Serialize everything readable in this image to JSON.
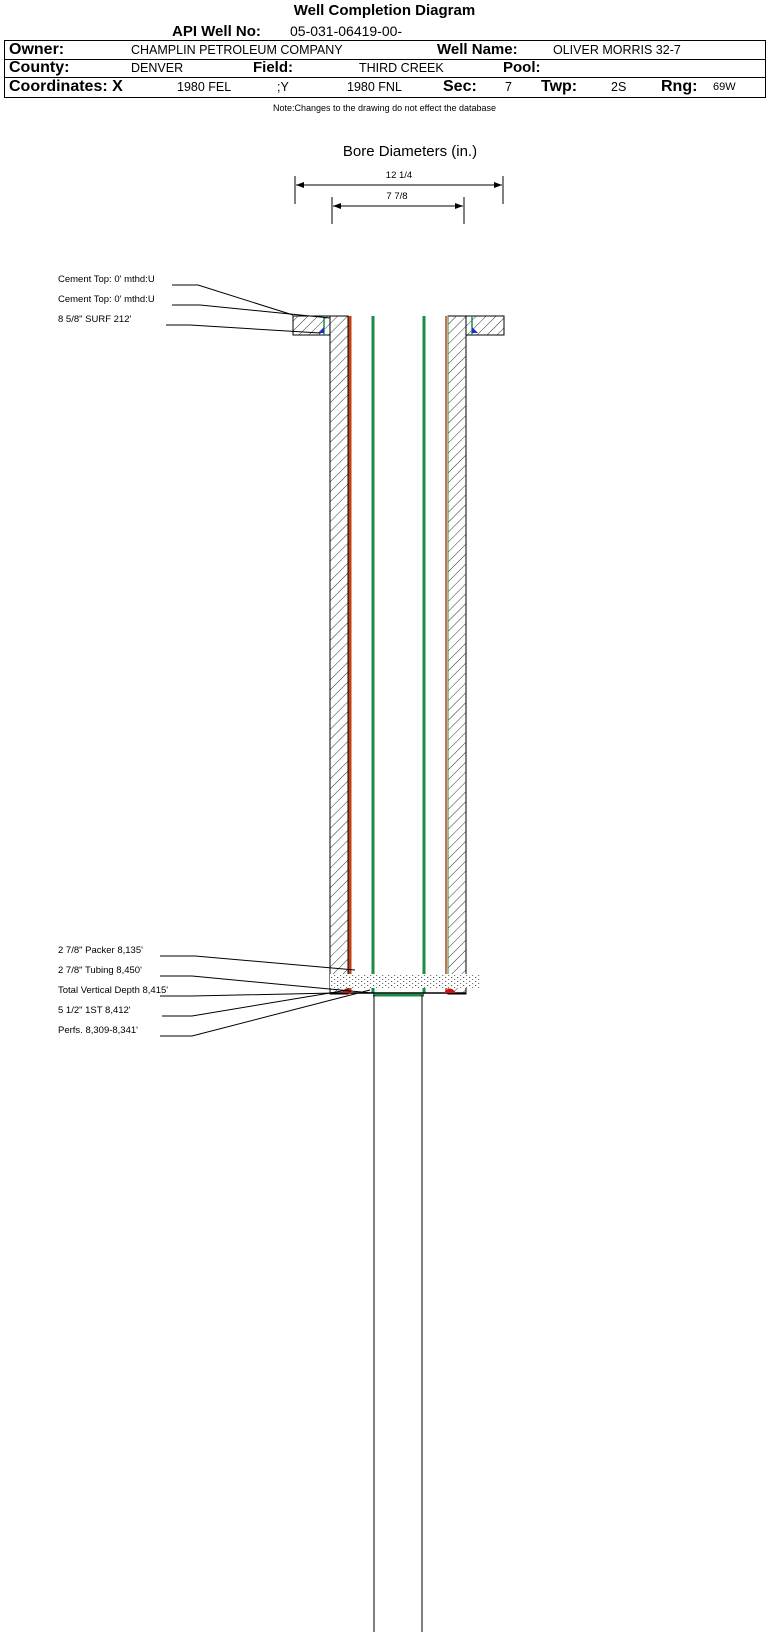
{
  "title": "Well Completion Diagram",
  "header": {
    "api_label": "API Well No:",
    "api_value": "05-031-06419-00-",
    "owner_label": "Owner:",
    "owner_value": "CHAMPLIN PETROLEUM COMPANY",
    "well_name_label": "Well Name:",
    "well_name_value": "OLIVER MORRIS 32-7",
    "county_label": "County:",
    "county_value": "DENVER",
    "field_label": "Field:",
    "field_value": "THIRD CREEK",
    "pool_label": "Pool:",
    "pool_value": "",
    "coords_label": "Coordinates: X",
    "coords_x": "1980 FEL",
    "coords_y_label": ";Y",
    "coords_y": "1980 FNL",
    "sec_label": "Sec:",
    "sec_value": "7",
    "twp_label": "Twp:",
    "twp_value": "2S",
    "rng_label": "Rng:",
    "rng_value": "69W"
  },
  "note": "Note:Changes to the drawing do not effect the database",
  "diagram": {
    "bore_title": "Bore Diameters (in.)",
    "bore_outer": "12 1/4",
    "bore_inner": "7 7/8",
    "annotations": {
      "cement_top_1": "Cement Top: 0' mthd:U",
      "cement_top_2": "Cement Top: 0' mthd:U",
      "surf_casing": "8 5/8\" SURF       212'",
      "packer": "2 7/8\" Packer 8,135'",
      "tubing": "2 7/8\" Tubing 8,450'",
      "tvd": "Total Vertical Depth 8,415'",
      "casing_1st": "5 1/2\" 1ST         8,412'",
      "perfs": "Perfs. 8,309-8,341'"
    },
    "colors": {
      "casing_orange": "#c0401a",
      "tubing_green": "#1e8a4a",
      "marker_blue": "#1a2fd0",
      "shoe_red": "#d01010"
    }
  }
}
